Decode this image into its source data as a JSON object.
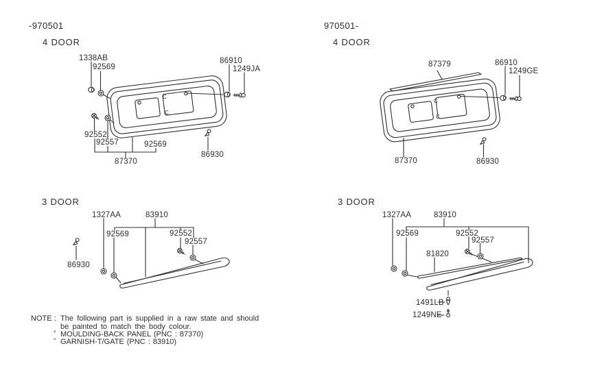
{
  "page": {
    "left_period": "-970501",
    "right_period": "970501-"
  },
  "sections": {
    "left4": {
      "title": "4 DOOR",
      "parts": {
        "clip_left": "1338AB",
        "grommet_top": "92569",
        "clip_right": "86910",
        "screw_right": "1249JA",
        "screw_left": "92552",
        "grommet_left": "92557",
        "grommet_bottom": "92569",
        "panel": "87370",
        "pin_bottom": "86930"
      }
    },
    "right4": {
      "title": "4 DOOR",
      "parts": {
        "strip": "87379",
        "clip_right": "86910",
        "screw_right": "1249GE",
        "panel": "87370",
        "pin_bottom": "86930"
      }
    },
    "left3": {
      "title": "3 DOOR",
      "parts": {
        "grommet_a": "1327AA",
        "garnish": "83910",
        "grommet_b": "92569",
        "screw": "92552",
        "grommet_c": "92557",
        "pin": "86930"
      }
    },
    "right3": {
      "title": "3 DOOR",
      "parts": {
        "grommet_a": "1327AA",
        "garnish": "83910",
        "grommet_b": "92569",
        "screw": "92552",
        "grommet_c": "92557",
        "tape": "81820",
        "clip": "1491LB",
        "screw_b": "1249NE"
      }
    }
  },
  "panel_marks": {
    "c": "C"
  },
  "note": {
    "prefix": "NOTE :",
    "line1": "The following part is supplied in a raw state and should",
    "line2": "be painted to match the body colour.",
    "bullet": "°",
    "item1": "MOULDING-BACK PANEL (PNC : 87370)",
    "item2": "GARNISH-T/GATE  (PNC : 83910)"
  },
  "colors": {
    "ink": "#2d2d2d",
    "background": "#ffffff"
  }
}
